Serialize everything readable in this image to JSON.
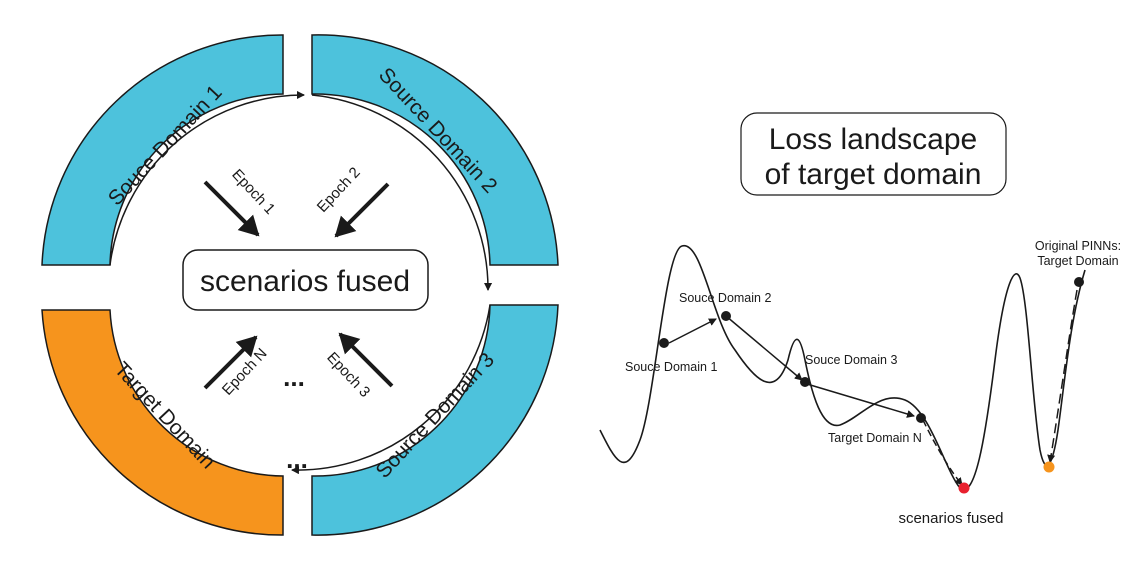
{
  "colors": {
    "source": "#4dc2dc",
    "target": "#f6941d",
    "stroke": "#1a1a1a",
    "fused_point": "#e8202e",
    "pinn_point": "#f6941d"
  },
  "ring": {
    "segments": [
      {
        "label": "Souce Domain 1",
        "kind": "source"
      },
      {
        "label": "Source Domain 2",
        "kind": "source"
      },
      {
        "label": "Source Domain 3",
        "kind": "source"
      },
      {
        "label": "Target Domain",
        "kind": "target"
      }
    ],
    "ellipsis_outer": "...",
    "ellipsis_inner": "..."
  },
  "epochs": [
    "Epoch 1",
    "Epoch 2",
    "Epoch 3",
    "Epoch N"
  ],
  "center_label": "scenarios fused",
  "landscape": {
    "box_line1": "Loss landscape",
    "box_line2": "of target domain",
    "points": {
      "sd1": "Souce Domain 1",
      "sd2": "Souce Domain 2",
      "sd3": "Souce Domain 3",
      "tdn": "Target Domain N",
      "pinn_line1": "Original PINNs:",
      "pinn_line2": "Target Domain"
    },
    "bottom_label": "scenarios fused"
  }
}
